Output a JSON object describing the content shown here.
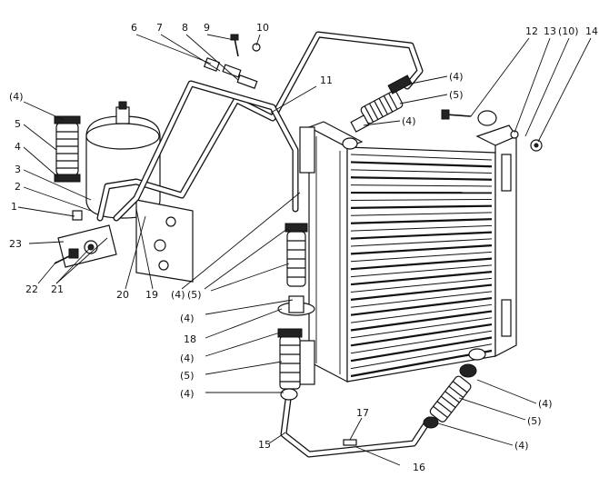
{
  "callouts": [
    {
      "id": "c6",
      "text": "6"
    },
    {
      "id": "c7",
      "text": "7"
    },
    {
      "id": "c8",
      "text": "8"
    },
    {
      "id": "c9",
      "text": "9"
    },
    {
      "id": "c10",
      "text": "10"
    },
    {
      "id": "c11",
      "text": "11"
    },
    {
      "id": "c12",
      "text": "12"
    },
    {
      "id": "c13",
      "text": "13"
    },
    {
      "id": "c10b",
      "text": "(10)"
    },
    {
      "id": "c14",
      "text": "14"
    },
    {
      "id": "c4a",
      "text": "(4)"
    },
    {
      "id": "c5a",
      "text": "(5)"
    },
    {
      "id": "c4b",
      "text": "(4)"
    },
    {
      "id": "c4L",
      "text": "(4)"
    },
    {
      "id": "c5L",
      "text": "5"
    },
    {
      "id": "c4L2",
      "text": "4"
    },
    {
      "id": "c3",
      "text": "3"
    },
    {
      "id": "c2",
      "text": "2"
    },
    {
      "id": "c1",
      "text": "1"
    },
    {
      "id": "c23",
      "text": "23"
    },
    {
      "id": "c22",
      "text": "22"
    },
    {
      "id": "c21",
      "text": "21"
    },
    {
      "id": "c20",
      "text": "20"
    },
    {
      "id": "c19",
      "text": "19"
    },
    {
      "id": "c4m",
      "text": "(4)"
    },
    {
      "id": "c5m",
      "text": "(5)"
    },
    {
      "id": "c4n",
      "text": "(4)"
    },
    {
      "id": "c18",
      "text": "18"
    },
    {
      "id": "c4o",
      "text": "(4)"
    },
    {
      "id": "c5o",
      "text": "(5)"
    },
    {
      "id": "c4p",
      "text": "(4)"
    },
    {
      "id": "c15",
      "text": "15"
    },
    {
      "id": "c17",
      "text": "17"
    },
    {
      "id": "c16",
      "text": "16"
    },
    {
      "id": "c4r",
      "text": "(4)"
    },
    {
      "id": "c5r",
      "text": "(5)"
    },
    {
      "id": "c4s",
      "text": "(4)"
    }
  ]
}
